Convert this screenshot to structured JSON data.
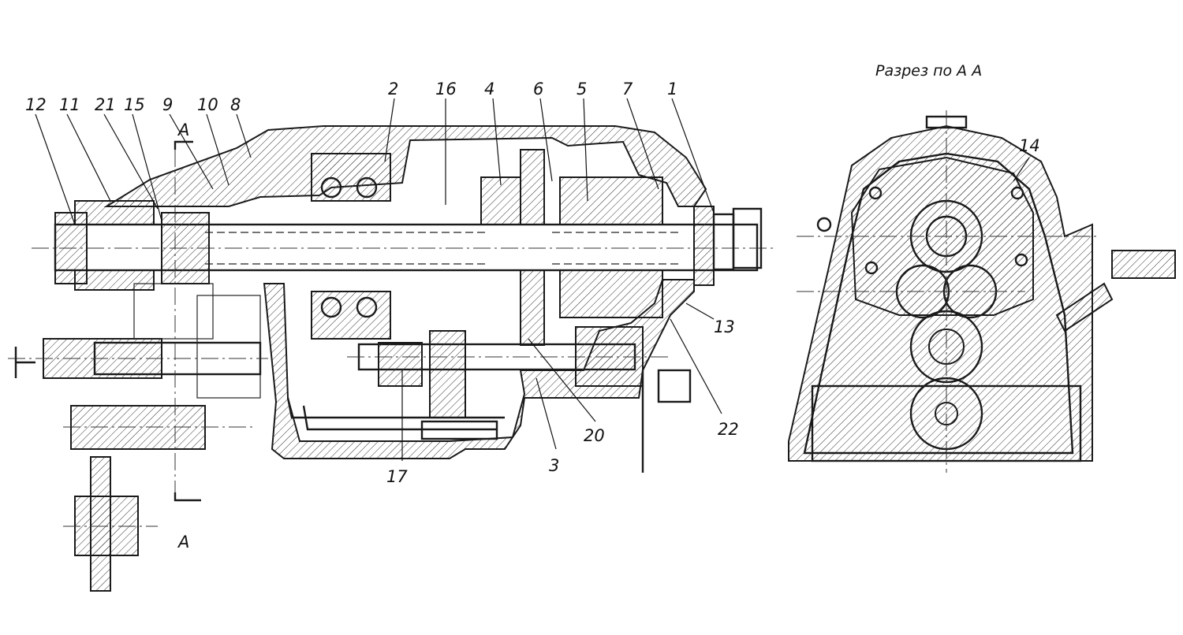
{
  "section_title": "Разрез по А А",
  "section_marks": [
    "A",
    "A"
  ],
  "callouts": {
    "c12": "12",
    "c11": "11",
    "c21": "21",
    "c15": "15",
    "c9": "9",
    "c10": "10",
    "c8": "8",
    "c2": "2",
    "c16": "16",
    "c4": "4",
    "c6": "6",
    "c5": "5",
    "c7": "7",
    "c1": "1",
    "c13": "13",
    "c22": "22",
    "c20": "20",
    "c3": "3",
    "c17": "17",
    "c14": "14"
  }
}
